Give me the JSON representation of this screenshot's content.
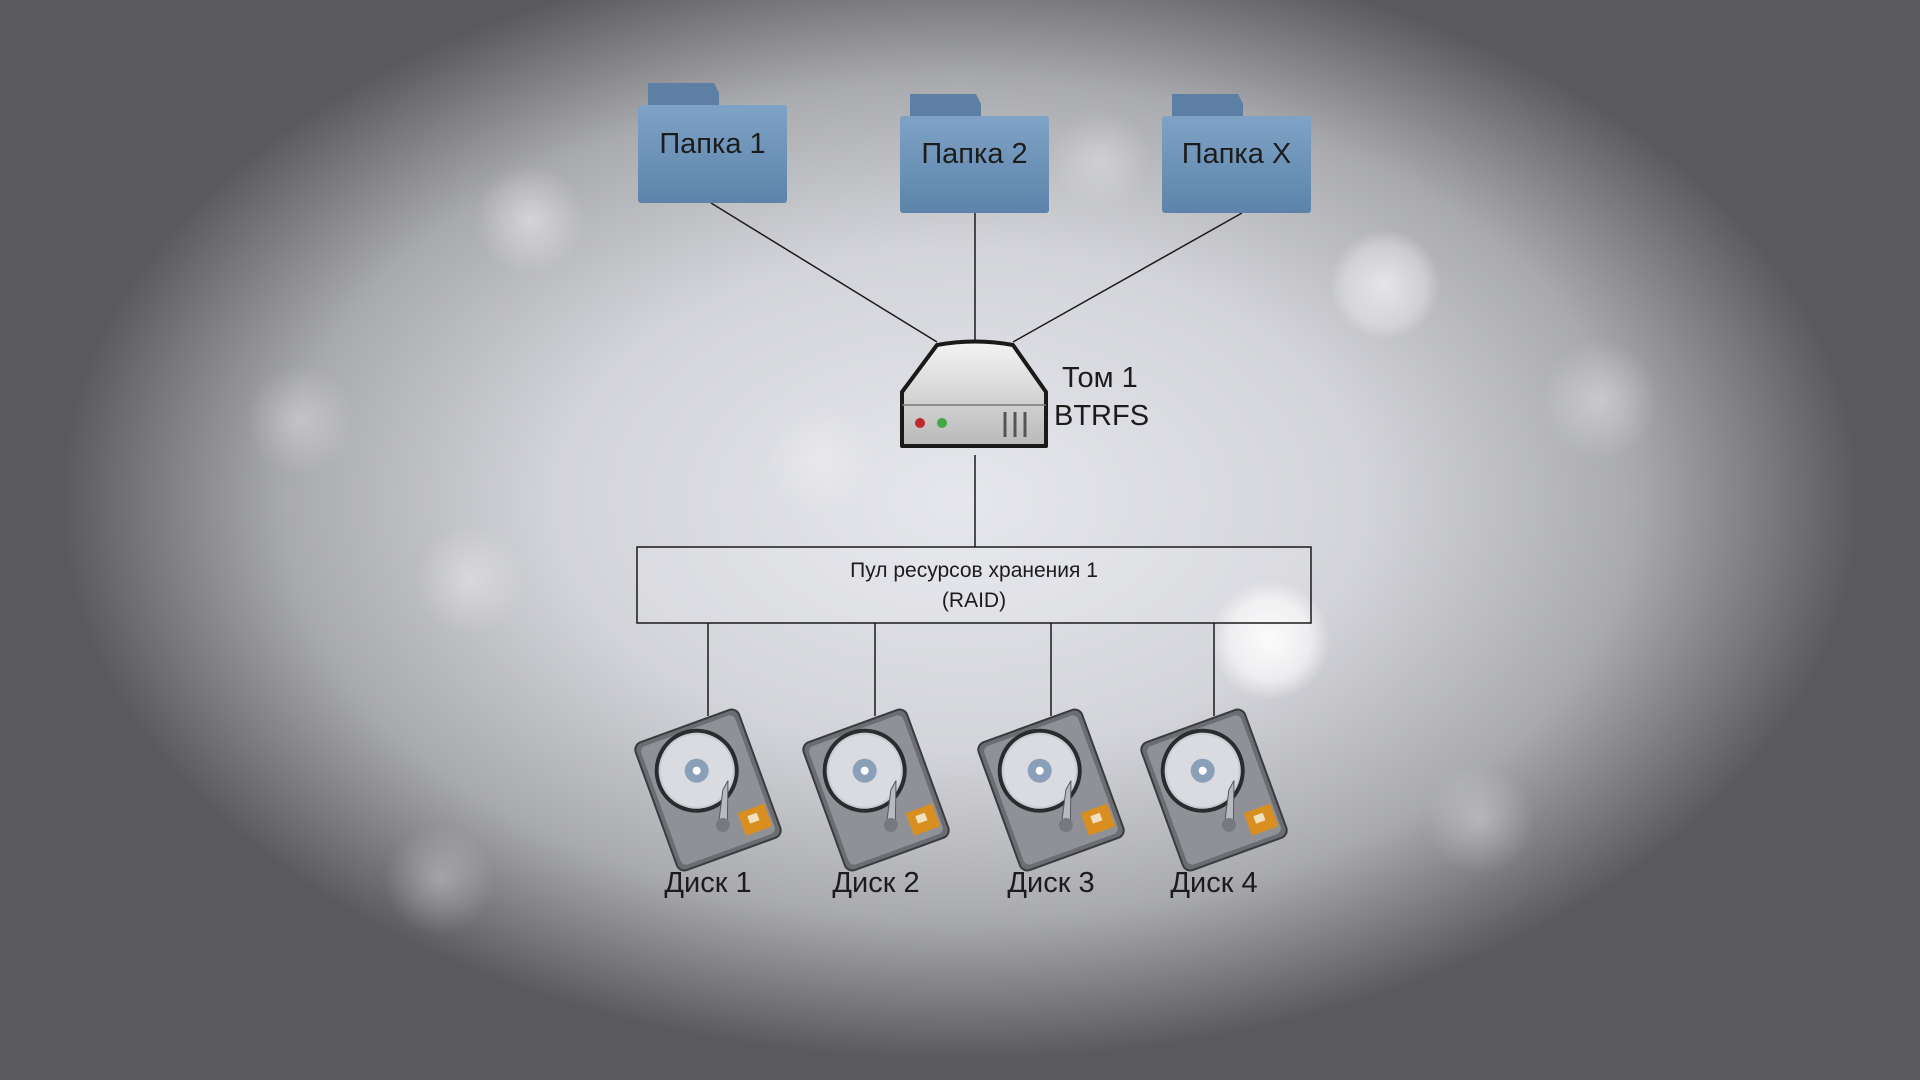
{
  "folders": [
    {
      "label": "Папка 1"
    },
    {
      "label": "Папка 2"
    },
    {
      "label": "Папка X"
    }
  ],
  "volume": {
    "name": "Том 1",
    "filesystem": "BTRFS"
  },
  "pool": {
    "line1": "Пул ресурсов хранения 1",
    "line2": "(RAID)"
  },
  "disks": [
    {
      "label": "Диск 1"
    },
    {
      "label": "Диск 2"
    },
    {
      "label": "Диск 3"
    },
    {
      "label": "Диск 4"
    }
  ],
  "colors": {
    "folder": "#6f93b8",
    "folder_tab": "#5c7fa3",
    "line": "#1a1a1a",
    "led_red": "#c0282a",
    "led_green": "#43a843",
    "disk_pcb": "#d98f1f"
  }
}
